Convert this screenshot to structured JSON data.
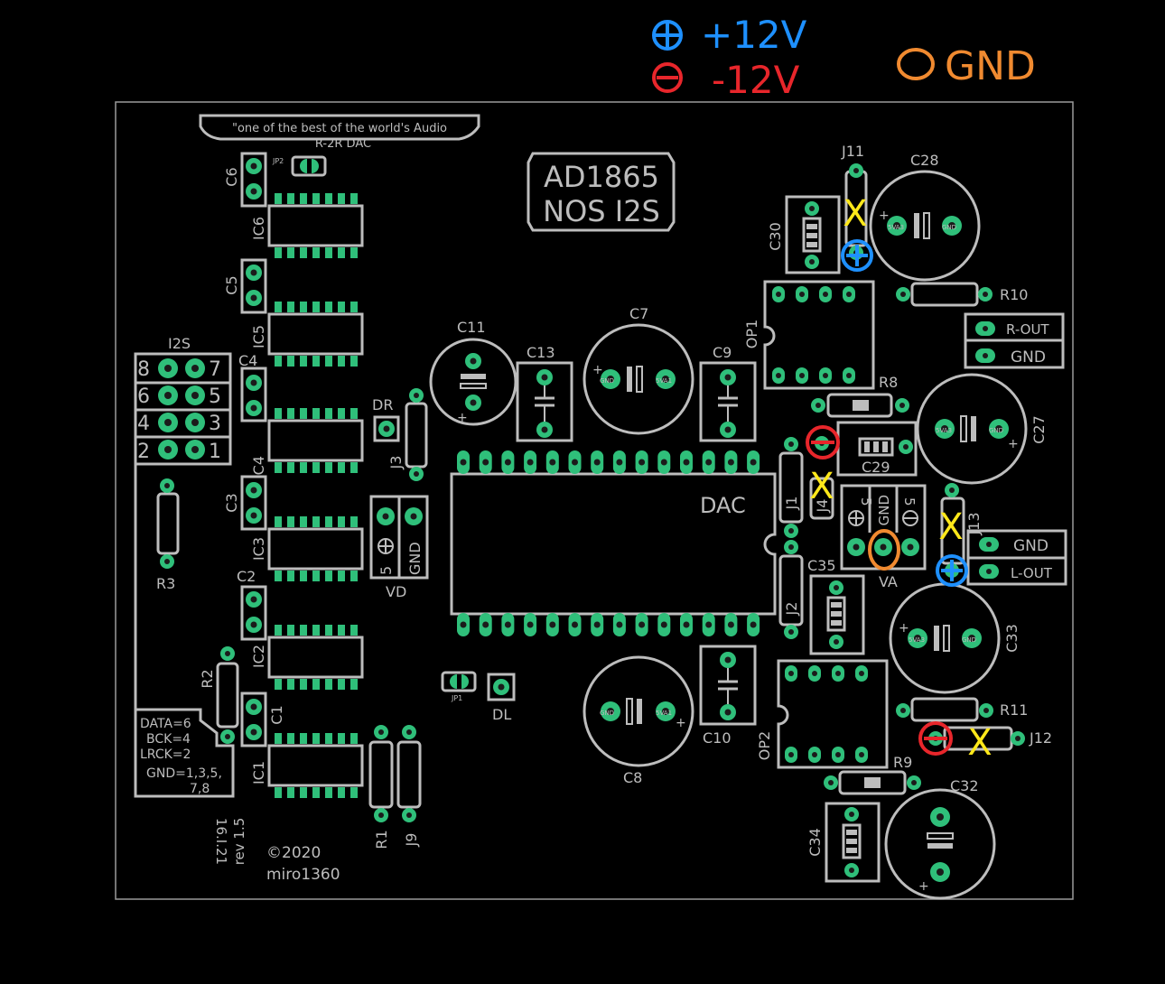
{
  "legend": {
    "plus12": "+12V",
    "minus12": "-12V",
    "gnd": "GND",
    "colors": {
      "plus": "#1e90ff",
      "minus": "#e8262b",
      "gnd": "#f08a30",
      "cut": "#ffe81a"
    }
  },
  "board": {
    "motto_line1": "\"one of the best of the world's Audio",
    "motto_line2": "R-2R DAC",
    "title_line1": "AD1865",
    "title_line2": "NOS I2S",
    "dac_label": "DAC",
    "copyright": "©2020",
    "author": "miro1360",
    "rev_line1": "rev 1.5",
    "rev_line2": "16.I.21",
    "i2s_pins_info": [
      "DATA=6",
      "BCK=4",
      "LRCK=2",
      "GND=1,3,5,",
      "7,8"
    ],
    "conn_r_out": "R-OUT",
    "conn_gnd_top": "GND",
    "conn_gnd_bottom": "GND",
    "conn_l_out": "L-OUT",
    "va_pins": [
      "5",
      "GND",
      "5"
    ],
    "vd_pins": [
      "5",
      "GND"
    ],
    "cut_mark": "X",
    "cap_pin_labels": {
      "gnd": "GND",
      "va": "5VA1",
      "va3": "5VA3"
    }
  },
  "labels": {
    "C6": "C6",
    "C5": "C5",
    "C4": "C4",
    "C3": "C3",
    "C2": "C2",
    "C1": "C1",
    "IC6": "IC6",
    "IC5": "IC5",
    "IC4": "IC4",
    "IC3": "IC3",
    "IC2": "IC2",
    "IC1": "IC1",
    "JP2": "JP2",
    "JP1": "JP1",
    "I2S": "I2S",
    "R3": "R3",
    "R2": "R2",
    "R1": "R1",
    "J9": "J9",
    "DR": "DR",
    "DL": "DL",
    "J3": "J3",
    "VD": "VD",
    "C11": "C11",
    "C13": "C13",
    "C7": "C7",
    "C9": "C9",
    "C8": "C8",
    "C10": "C10",
    "J11": "J11",
    "C28": "C28",
    "C30": "C30",
    "R10": "R10",
    "OP1": "OP1",
    "R8": "R8",
    "C27": "C27",
    "C29": "C29",
    "J1": "J1",
    "J4": "J4",
    "J13": "J13",
    "VA": "VA",
    "C35": "C35",
    "J2": "J2",
    "C33": "C33",
    "OP2": "OP2",
    "R11": "R11",
    "J12": "J12",
    "R9": "R9",
    "C32": "C32",
    "C34": "C34"
  },
  "i2s_header_numbers": [
    "8",
    "7",
    "6",
    "5",
    "4",
    "3",
    "2",
    "1"
  ]
}
